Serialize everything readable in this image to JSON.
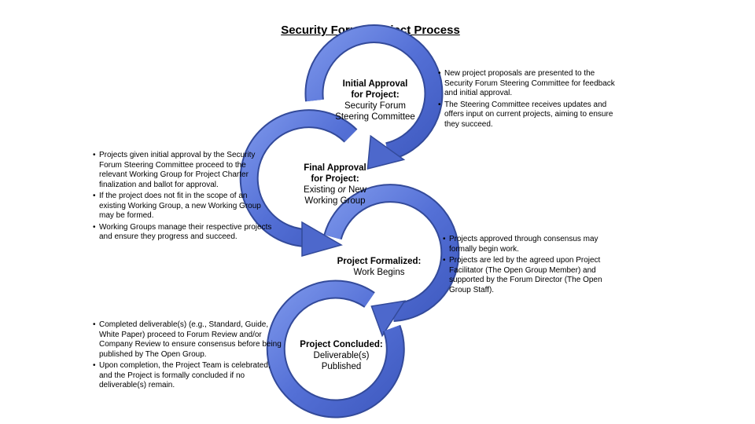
{
  "title": "Security Forum Project Process",
  "colors": {
    "arrow_fill": "#5b78d8",
    "arrow_stroke": "#3a4f9e"
  },
  "stages": [
    {
      "head_line1": "Initial Approval",
      "head_line2": "for Project:",
      "body_line1": "Security Forum",
      "body_line2": "Steering Committee"
    },
    {
      "head_line1": "Final Approval",
      "head_line2": "for Project:",
      "body_line1_pre": "Existing ",
      "body_line1_em": "or",
      "body_line1_post": " New",
      "body_line2": "Working Group"
    },
    {
      "head_line1": "Project Formalized:",
      "body_line1": "Work Begins"
    },
    {
      "head_line1": "Project Concluded:",
      "body_line1": "Deliverable(s)",
      "body_line2": "Published"
    }
  ],
  "notes": [
    [
      "New project proposals are presented to the Security Forum Steering Committee for feedback and initial approval.",
      "The Steering Committee receives updates and offers input on current projects, aiming to ensure they succeed."
    ],
    [
      "Projects given initial approval by the Security Forum Steering Committee proceed to the relevant Working Group for Project Charter finalization and ballot for approval.",
      "If the project does not fit in the scope of an existing Working Group, a new Working Group may be formed.",
      "Working Groups manage their respective projects and ensure they progress and succeed."
    ],
    [
      "Projects approved through consensus may formally begin work.",
      "Projects are led by the agreed upon Project Facilitator (The Open Group Member) and supported by the Forum Director (The Open Group Staff)."
    ],
    [
      "Completed deliverable(s) (e.g., Standard, Guide, White Paper) proceed to Forum Review and/or Company Review to ensure consensus before being published by The Open Group.",
      "Upon completion, the Project Team is celebrated, and the Project is formally concluded if no deliverable(s) remain."
    ]
  ]
}
